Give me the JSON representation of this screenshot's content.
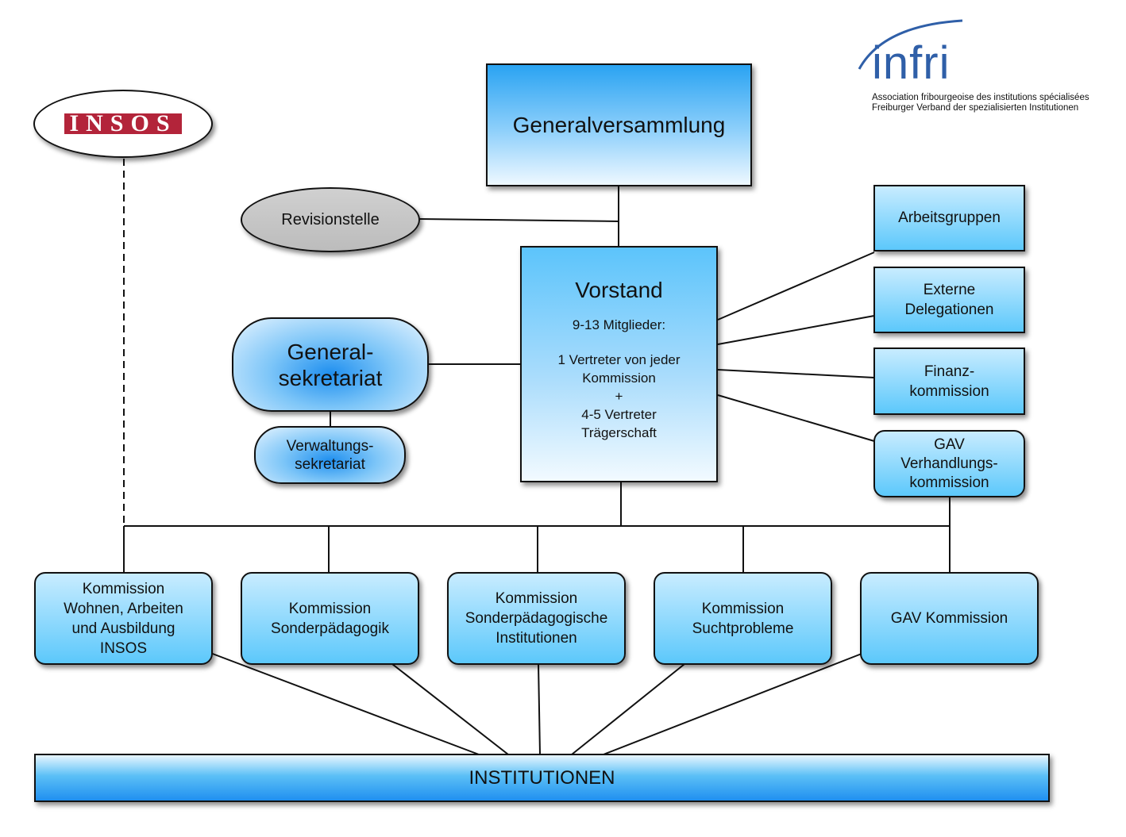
{
  "logo": {
    "text": "infri",
    "line1": "Association fribourgeoise des institutions spécialisées",
    "line2": "Freiburger Verband der spezialisierten Institutionen"
  },
  "insos": {
    "label": "INSOS",
    "brand_color": "#b3243a"
  },
  "generalversammlung": "Generalversammlung",
  "revisionstelle": "Revisionstelle",
  "vorstand": {
    "title": "Vorstand",
    "members": "9-13 Mitglieder:",
    "composition": "1 Vertreter von jeder\nKommission\n+\n4-5 Vertreter\nTrägerschaft"
  },
  "generalsekretariat": "General-\nsekretariat",
  "verwaltungssekretariat": "Verwaltungs-\nsekretariat",
  "right_boxes": {
    "arbeitsgruppen": "Arbeitsgruppen",
    "externe_delegationen": "Externe\nDelegationen",
    "finanzkommission": "Finanz-\nkommission",
    "gav_verhandlung": "GAV\nVerhandlungs-\nkommission"
  },
  "kommissionen": [
    "Kommission\nWohnen, Arbeiten\nund Ausbildung\nINSOS",
    "Kommission\nSonderpädagogik",
    "Kommission\nSonderpädagogische\nInstitutionen",
    "Kommission\nSuchtprobleme",
    "GAV Kommission"
  ],
  "institutionen": "INSTITUTIONEN"
}
